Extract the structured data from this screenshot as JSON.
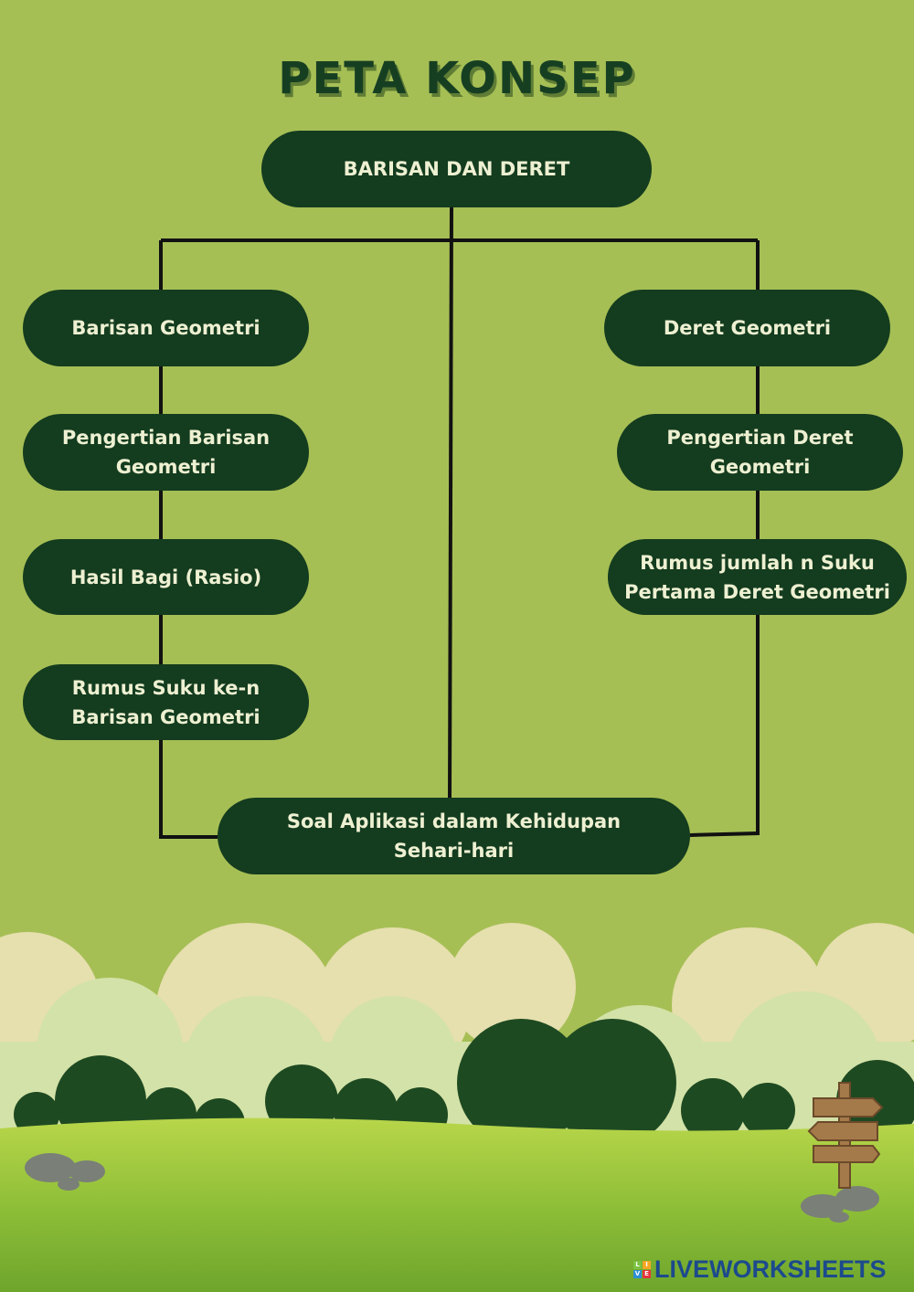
{
  "title": "PETA KONSEP",
  "nodes": {
    "root": "BARISAN DAN DERET",
    "barisan_geometri": "Barisan Geometri",
    "pengertian_barisan": "Pengertian Barisan Geometri",
    "hasil_bagi": "Hasil Bagi (Rasio)",
    "rumus_suku": "Rumus Suku ke-n Barisan Geometri",
    "deret_geometri": "Deret Geometri",
    "pengertian_deret": "Pengertian Deret Geometri",
    "rumus_jumlah": "Rumus jumlah n Suku Pertama Deret Geometri",
    "soal_aplikasi": "Soal Aplikasi dalam Kehidupan Sehari-hari"
  },
  "colors": {
    "background": "#a6bf55",
    "node": "#143c1f",
    "node_text": "#eef0d2",
    "line": "#111111"
  },
  "logo": {
    "text": "LIVEWORKSHEETS",
    "tiles": [
      "L",
      "I",
      "V",
      "E"
    ]
  }
}
